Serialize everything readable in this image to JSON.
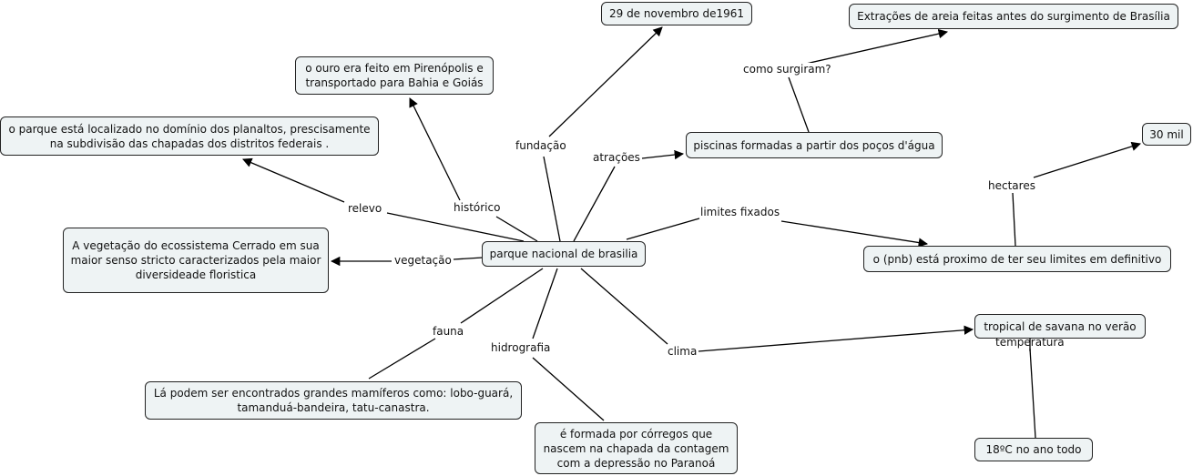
{
  "nodes": {
    "central": "parque nacional de brasilia",
    "fundacao_date": "29 de novembro de1961",
    "extracoes": "Extrações de areia feitas antes do surgimento de Brasília",
    "historico_text": "o ouro era feito em Pirenópolis e transportado para Bahia e Goiás",
    "relevo_text": "o parque está localizado no domínio dos planaltos, prescisamente na subdivisão das chapadas dos distritos federais .",
    "piscinas": "piscinas formadas a partir dos poços d'água",
    "hectares_value": "30 mil",
    "vegetacao_text": "A vegetação do ecossistema Cerrado em sua maior senso stricto caracterizados pela maior diversideade floristica",
    "limites_text": "o (pnb) está proximo de ter seu limites em definitivo",
    "clima_text": "tropical de savana no verão",
    "fauna_text": "Lá podem ser encontrados grandes mamíferos como: lobo-guará, tamanduá-bandeira, tatu-canastra.",
    "hidrografia_text": "é formada por córregos que nascem na chapada da contagem com a depressão no Paranoá",
    "temperatura_value": "18ºC no ano todo"
  },
  "links": {
    "fundacao": "fundação",
    "como_surgiram": "como surgiram?",
    "historico": "histórico",
    "relevo": "relevo",
    "atracoes": "atrações",
    "hectares": "hectares",
    "limites": "limites fixados",
    "vegetacao": "vegetação",
    "fauna": "fauna",
    "hidrografia": "hidrografia",
    "clima": "clima",
    "temperatura": "temperatura"
  },
  "colors": {
    "node_fill": "#eef3f4",
    "node_border": "#222222",
    "line": "#000000"
  }
}
